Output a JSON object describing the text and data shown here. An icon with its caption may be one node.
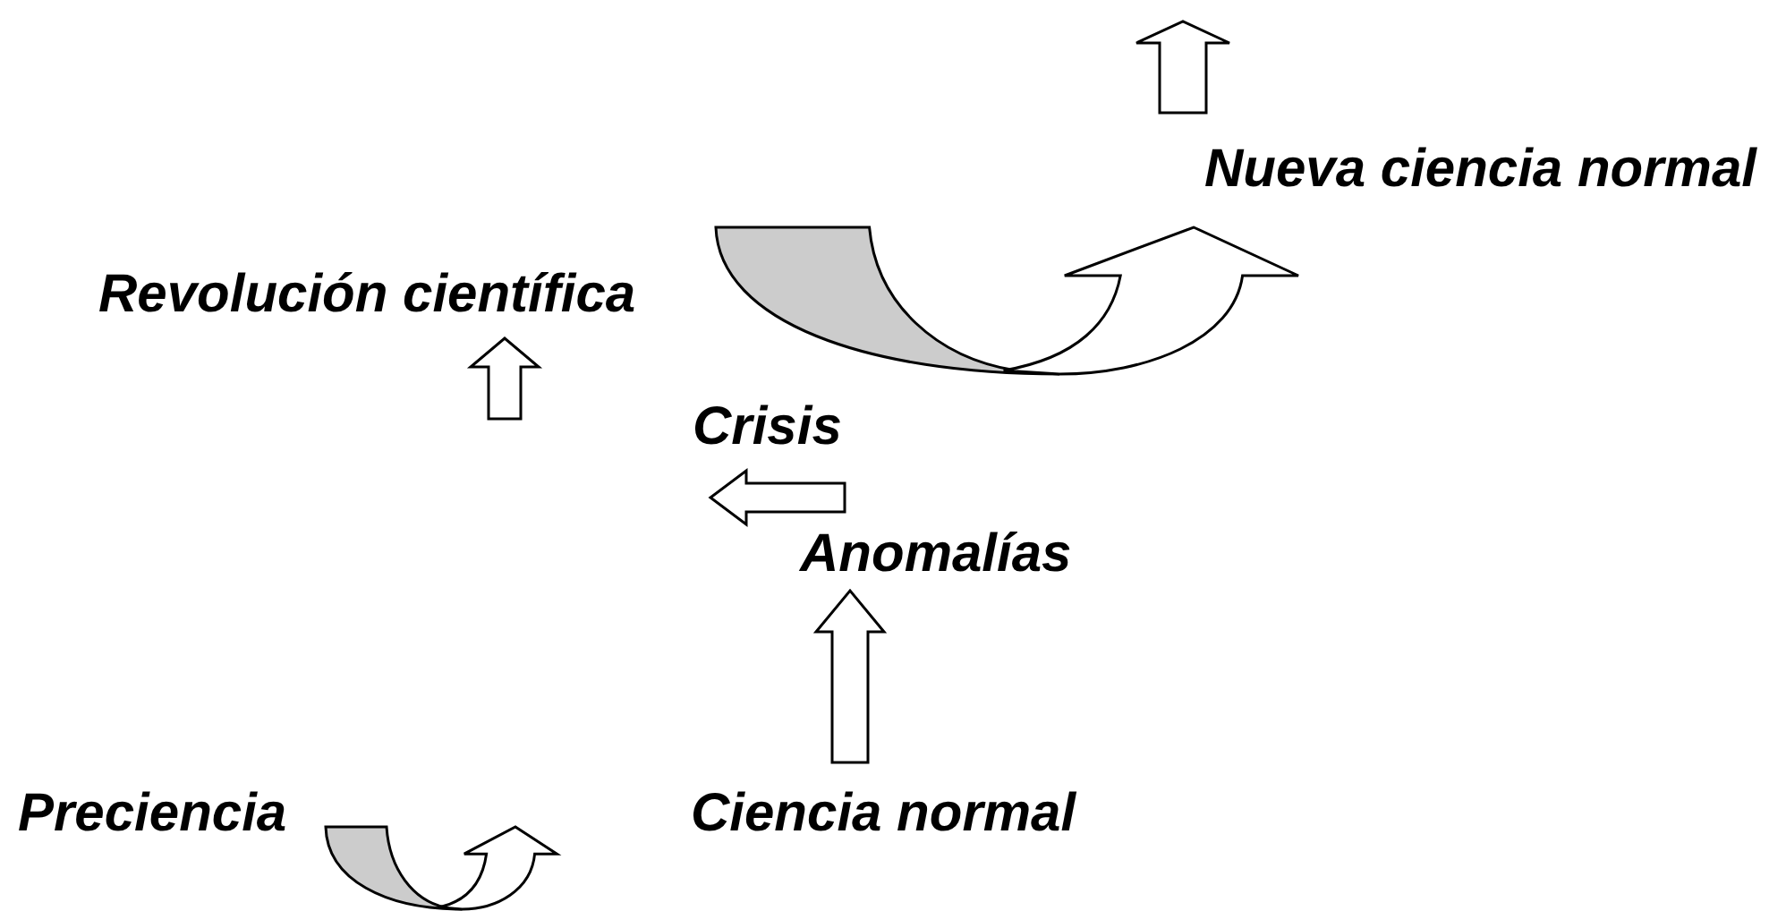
{
  "diagram": {
    "nodes": [
      {
        "text": [
          "Preciencia"
        ]
      },
      {
        "text": [
          "Ciencia normal"
        ]
      },
      {
        "text": [
          "Anomalías"
        ]
      },
      {
        "text": [
          "Crisis"
        ]
      },
      {
        "text": [
          "Revolución científica"
        ]
      },
      {
        "text": [
          "Nueva ciencia normal"
        ]
      }
    ],
    "edges": [
      {
        "from": 0,
        "to": null,
        "arrow": "to"
      },
      {
        "from": 1,
        "to": 2,
        "arrow": "to"
      },
      {
        "from": 2,
        "to": 3,
        "arrow": "to"
      },
      {
        "from": null,
        "to": 4,
        "arrow": "to"
      },
      {
        "from": 4,
        "to": 5,
        "arrow": "to"
      },
      {
        "from": 5,
        "to": null,
        "arrow": "to"
      }
    ]
  }
}
